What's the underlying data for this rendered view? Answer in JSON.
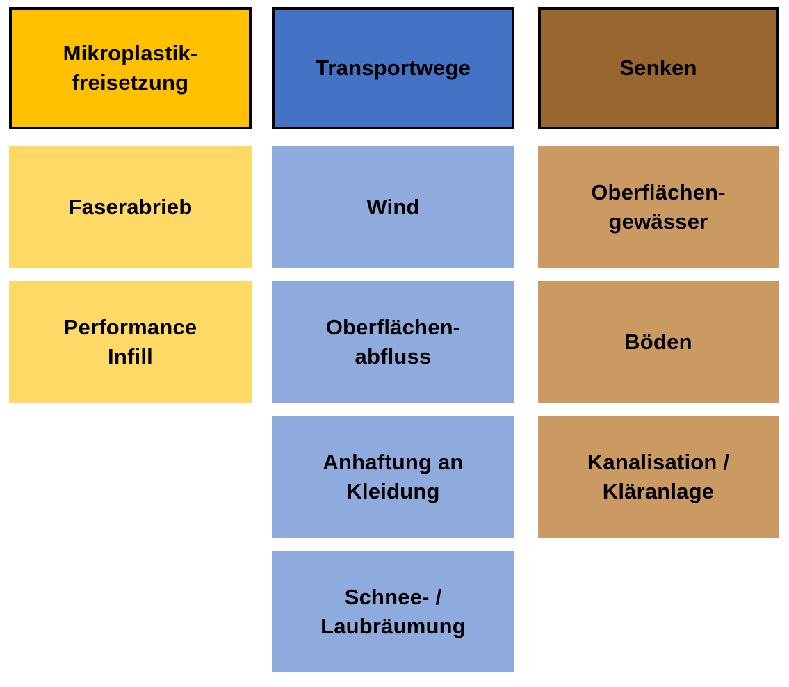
{
  "diagram": {
    "title_semantic": "Mikroplastik Fluss-Diagramm",
    "background": "#FFFFFF",
    "text_color": "#000000",
    "header_border_color": "#000000",
    "columns": [
      {
        "id": "mikroplastik-freisetzung",
        "header": {
          "label": "Mikroplastik-\nfreisetzung",
          "fill": "#FFC000"
        },
        "item_fill": "#FFD966",
        "items": [
          {
            "label": "Faserabrieb"
          },
          {
            "label": "Performance\nInfill"
          }
        ]
      },
      {
        "id": "transportwege",
        "header": {
          "label": "Transportwege",
          "fill": "#4472C4"
        },
        "item_fill": "#8FAADC",
        "items": [
          {
            "label": "Wind"
          },
          {
            "label": "Oberflächen-\nabfluss"
          },
          {
            "label": "Anhaftung an\nKleidung"
          },
          {
            "label": "Schnee- /\nLaubräumung"
          }
        ]
      },
      {
        "id": "senken",
        "header": {
          "label": "Senken",
          "fill": "#9A6630"
        },
        "item_fill": "#CB9A63",
        "items": [
          {
            "label": "Oberflächen-\ngewässer"
          },
          {
            "label": "Böden"
          },
          {
            "label": "Kanalisation /\nKläranlage"
          }
        ]
      }
    ]
  }
}
